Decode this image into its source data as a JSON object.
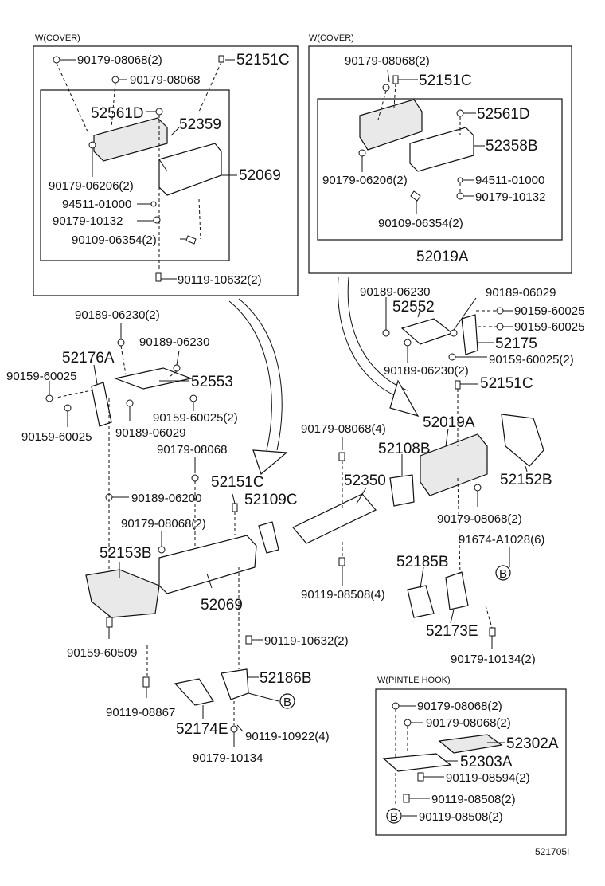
{
  "boxes": {
    "box_left": "W(COVER)",
    "box_right": "W(COVER)",
    "box_pintle": "W(PINTLE HOOK)"
  },
  "labels": {
    "l01": "90179-08068(2)",
    "l02": "52151C",
    "l03": "90179-08068",
    "l04": "52561D",
    "l05": "52359",
    "l06": "52069",
    "l07": "90179-06206(2)",
    "l08": "94511-01000",
    "l09": "90179-10132",
    "l10": "90109-06354(2)",
    "l11": "90119-10632(2)",
    "r01": "90179-08068(2)",
    "r02": "52151C",
    "r03": "52561D",
    "r04": "52358B",
    "r05": "90179-06206(2)",
    "r06": "94511-01000",
    "r07": "90179-10132",
    "r08": "90109-06354(2)",
    "r09": "52019A",
    "m01": "90189-06230(2)",
    "m02": "90189-06230",
    "m03": "52176A",
    "m04": "90159-60025",
    "m05": "52553",
    "m06": "90159-60025(2)",
    "m07": "90159-60025",
    "m08": "90189-06029",
    "m09": "90179-08068",
    "m10": "90189-06200",
    "m11": "52151C",
    "m12": "52109C",
    "m13": "90179-08068(2)",
    "m14": "52153B",
    "m15": "52069",
    "m16": "90159-60509",
    "m17": "90119-10632(2)",
    "m18": "52186B",
    "m19": "90119-08867",
    "m20": "52174E",
    "m21": "90119-10922(4)",
    "m22": "90179-10134",
    "c01": "90179-08068(4)",
    "c02": "52108B",
    "c03": "52350",
    "c04": "90119-08508(4)",
    "c05": "52019A",
    "c06": "52185B",
    "c07": "52173E",
    "c08": "90179-10134(2)",
    "c09": "52152B",
    "c10": "90179-08068(2)",
    "c11": "91674-A1028(6)",
    "c12": "52151C",
    "t01": "90189-06230",
    "t02": "90189-06029",
    "t03": "52552",
    "t04": "90159-60025",
    "t05": "90159-60025",
    "t06": "52175",
    "t07": "90189-06230(2)",
    "t08": "90159-60025(2)",
    "p01": "90179-08068(2)",
    "p02": "90179-08068(2)",
    "p03": "52302A",
    "p04": "52303A",
    "p05": "90119-08594(2)",
    "p06": "90119-08508(2)",
    "p07": "90119-08508(2)",
    "ref_b1": "B",
    "ref_b2": "B",
    "ref_b3": "B",
    "figure_code": "521705I"
  }
}
